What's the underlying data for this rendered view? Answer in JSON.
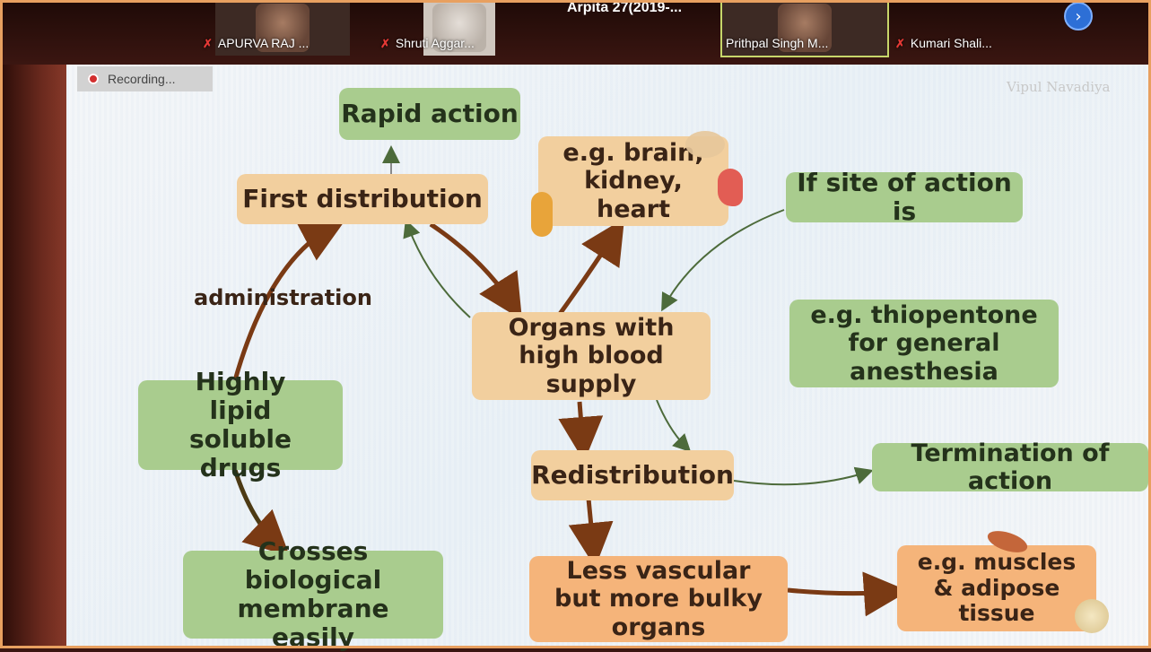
{
  "meeting": {
    "participants": [
      {
        "name": "APURVA RAJ ...",
        "muted": true
      },
      {
        "name": "Shruti Aggar...",
        "muted": true
      },
      {
        "name": "Prithpal Singh M...",
        "muted": false
      },
      {
        "name": "Kumari Shali...",
        "muted": true
      }
    ],
    "active_speaker": "Arpita 27(2019-...",
    "recording_label": "Recording...",
    "next_icon": "chevron-right-icon",
    "muted_icon": "mic-off-icon"
  },
  "slide": {
    "watermark": "Vipul Navadiya",
    "nodes": {
      "rapid_action": "Rapid action",
      "first_distribution": "First distribution",
      "examples_high": "e.g. brain, kidney, heart",
      "if_site": "If site of action is",
      "administration": "administration",
      "organs_high": "Organs with high blood supply",
      "thiopentone": "e.g. thiopentone for general anesthesia",
      "lipid_drugs": "Highly lipid soluble drugs",
      "redistribution": "Redistribution",
      "termination": "Termination of action",
      "crosses": "Crosses biological membrane easily",
      "less_vascular": "Less vascular but more bulky organs",
      "muscles": "e.g. muscles & adipose tissue"
    },
    "colors": {
      "green": "#a9cc8e",
      "light_orange": "#f2cf9e",
      "orange": "#f5b47a",
      "arrow_brown": "#7a3a14",
      "arrow_green": "#4d6b3b"
    }
  }
}
